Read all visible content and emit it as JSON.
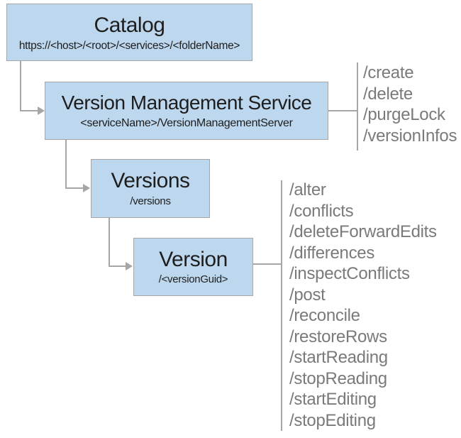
{
  "diagram": {
    "colors": {
      "node_fill": "#bdd7ee",
      "node_border": "#a6a6a6",
      "connector": "#a6a6a6",
      "operations_text": "#7a7a7a",
      "node_text": "#1e1e1e"
    },
    "nodes": {
      "catalog": {
        "title": "Catalog",
        "subtitle": "https://<host>/<root>/<services>/<folderName>"
      },
      "service": {
        "title": "Version Management Service",
        "subtitle": "<serviceName>/VersionManagementServer"
      },
      "versions": {
        "title": "Versions",
        "subtitle": "/versions"
      },
      "version": {
        "title": "Version",
        "subtitle": "/<versionGuid>"
      }
    },
    "service_operations": [
      "/create",
      "/delete",
      "/purgeLock",
      "/versionInfos"
    ],
    "version_operations": [
      "/alter",
      "/conflicts",
      "/deleteForwardEdits",
      "/differences",
      "/inspectConflicts",
      "/post",
      "/reconcile",
      "/restoreRows",
      "/startReading",
      "/stopReading",
      "/startEditing",
      "/stopEditing"
    ]
  }
}
